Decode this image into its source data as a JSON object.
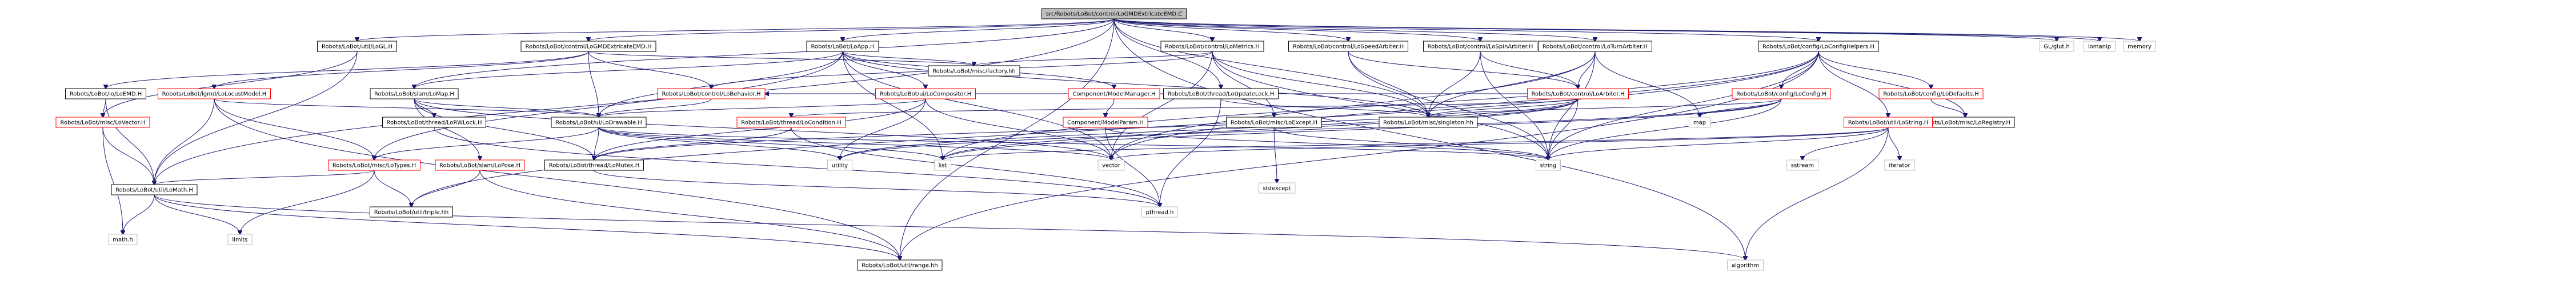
{
  "diagram_title": "src/Robots/LoBot/control/LoGMDExtricateEMD.C",
  "colors": {
    "root_fill": "#bfbfbf",
    "node_fill": "#ffffff",
    "node_stroke_boxed": "#000000",
    "node_stroke_plain": "#bfbfbf",
    "node_stroke_red": "#ff0000",
    "edge": "#191970"
  },
  "nodes": [
    {
      "id": "root",
      "label": "src/Robots/LoBot/control/LoGMDExtricateEMD.C",
      "style": "root"
    },
    {
      "id": "loGL",
      "label": "Robots/LoBot/util/LoGL.H",
      "style": "boxed"
    },
    {
      "id": "gmdEMD",
      "label": "Robots/LoBot/control/LoGMDExtricateEMD.H",
      "style": "boxed"
    },
    {
      "id": "loApp",
      "label": "Robots/LoBot/LoApp.H",
      "style": "boxed"
    },
    {
      "id": "loMetrics",
      "label": "Robots/LoBot/control/LoMetrics.H",
      "style": "boxed"
    },
    {
      "id": "loUpdateLock",
      "label": "Robots/LoBot/thread/LoUpdateLock.H",
      "style": "boxed"
    },
    {
      "id": "speedArb",
      "label": "Robots/LoBot/control/LoSpeedArbiter.H",
      "style": "boxed"
    },
    {
      "id": "spinArb",
      "label": "Robots/LoBot/control/LoSpinArbiter.H",
      "style": "boxed"
    },
    {
      "id": "turnArb",
      "label": "Robots/LoBot/control/LoTurnArbiter.H",
      "style": "boxed"
    },
    {
      "id": "configHelpers",
      "label": "Robots/LoBot/config/LoConfigHelpers.H",
      "style": "boxed"
    },
    {
      "id": "glutH",
      "label": "GL/glut.h",
      "style": "plain"
    },
    {
      "id": "iomanip",
      "label": "iomanip",
      "style": "plain"
    },
    {
      "id": "memory",
      "label": "memory",
      "style": "plain"
    },
    {
      "id": "loSlamMap",
      "label": "Robots/LoBot/slam/LoMap.H",
      "style": "boxed"
    },
    {
      "id": "loLocust",
      "label": "Robots/LoBot/lgmd/LoLocustModel.H",
      "style": "red"
    },
    {
      "id": "loEMD",
      "label": "Robots/LoBot/io/LoEMD.H",
      "style": "boxed"
    },
    {
      "id": "loBehavior",
      "label": "Robots/LoBot/control/LoBehavior.H",
      "style": "red"
    },
    {
      "id": "loCompositor",
      "label": "Robots/LoBot/ui/LoCompositor.H",
      "style": "red"
    },
    {
      "id": "compModelMgr",
      "label": "Component/ModelManager.H",
      "style": "red"
    },
    {
      "id": "miscFactory",
      "label": "Robots/LoBot/misc/factory.hh",
      "style": "boxed"
    },
    {
      "id": "loArbiter",
      "label": "Robots/LoBot/control/LoArbiter.H",
      "style": "red"
    },
    {
      "id": "loConfig",
      "label": "Robots/LoBot/config/LoConfig.H",
      "style": "red"
    },
    {
      "id": "loDefaults",
      "label": "Robots/LoBot/config/LoDefaults.H",
      "style": "red"
    },
    {
      "id": "loRegistry",
      "label": "Robots/LoBot/misc/LoRegistry.H",
      "style": "boxed"
    },
    {
      "id": "loVector",
      "label": "Robots/LoBot/misc/LoVector.H",
      "style": "red"
    },
    {
      "id": "loRWLock",
      "label": "Robots/LoBot/thread/LoRWLock.H",
      "style": "boxed"
    },
    {
      "id": "loDrawable",
      "label": "Robots/LoBot/ui/LoDrawable.H",
      "style": "boxed"
    },
    {
      "id": "loCondition",
      "label": "Robots/LoBot/thread/LoCondition.H",
      "style": "red"
    },
    {
      "id": "compModelParam",
      "label": "Component/ModelParam.H",
      "style": "red"
    },
    {
      "id": "loExcept",
      "label": "Robots/LoBot/misc/LoExcept.H",
      "style": "boxed"
    },
    {
      "id": "singleton",
      "label": "Robots/LoBot/misc/singleton.hh",
      "style": "boxed"
    },
    {
      "id": "mapH",
      "label": "map",
      "style": "plain"
    },
    {
      "id": "loString",
      "label": "Robots/LoBot/util/LoString.H",
      "style": "red"
    },
    {
      "id": "loTypes",
      "label": "Robots/LoBot/misc/LoTypes.H",
      "style": "red"
    },
    {
      "id": "loPose",
      "label": "Robots/LoBot/slam/LoPose.H",
      "style": "red"
    },
    {
      "id": "loMutex",
      "label": "Robots/LoBot/thread/LoMutex.H",
      "style": "boxed"
    },
    {
      "id": "utility",
      "label": "utility",
      "style": "plain"
    },
    {
      "id": "list",
      "label": "list",
      "style": "plain"
    },
    {
      "id": "vector",
      "label": "vector",
      "style": "plain"
    },
    {
      "id": "stdexcept",
      "label": "stdexcept",
      "style": "plain"
    },
    {
      "id": "string",
      "label": "string",
      "style": "plain"
    },
    {
      "id": "sstream",
      "label": "sstream",
      "style": "plain"
    },
    {
      "id": "iterator",
      "label": "iterator",
      "style": "plain"
    },
    {
      "id": "loMath",
      "label": "Robots/LoBot/util/LoMath.H",
      "style": "boxed"
    },
    {
      "id": "loTriple",
      "label": "Robots/LoBot/util/triple.hh",
      "style": "boxed"
    },
    {
      "id": "pthread",
      "label": "pthread.h",
      "style": "plain"
    },
    {
      "id": "mathH",
      "label": "math.h",
      "style": "plain"
    },
    {
      "id": "limits",
      "label": "limits",
      "style": "plain"
    },
    {
      "id": "loRange",
      "label": "Robots/LoBot/util/range.hh",
      "style": "boxed"
    },
    {
      "id": "algorithm",
      "label": "algorithm",
      "style": "plain"
    }
  ],
  "edges": [
    [
      "root",
      "loGL"
    ],
    [
      "root",
      "gmdEMD"
    ],
    [
      "root",
      "loApp"
    ],
    [
      "root",
      "loMetrics"
    ],
    [
      "root",
      "loUpdateLock"
    ],
    [
      "root",
      "speedArb"
    ],
    [
      "root",
      "spinArb"
    ],
    [
      "root",
      "turnArb"
    ],
    [
      "root",
      "configHelpers"
    ],
    [
      "root",
      "glutH"
    ],
    [
      "root",
      "iomanip"
    ],
    [
      "root",
      "memory"
    ],
    [
      "root",
      "loMath"
    ],
    [
      "root",
      "loRange"
    ],
    [
      "root",
      "algorithm"
    ],
    [
      "root",
      "loSlamMap"
    ],
    [
      "root",
      "singleton"
    ],
    [
      "loGL",
      "loVector"
    ],
    [
      "loGL",
      "loMath"
    ],
    [
      "gmdEMD",
      "loLocust"
    ],
    [
      "gmdEMD",
      "loEMD"
    ],
    [
      "gmdEMD",
      "loBehavior"
    ],
    [
      "gmdEMD",
      "loDrawable"
    ],
    [
      "gmdEMD",
      "miscFactory"
    ],
    [
      "loApp",
      "loCompositor"
    ],
    [
      "loApp",
      "compModelMgr"
    ],
    [
      "loApp",
      "loSlamMap"
    ],
    [
      "loApp",
      "loTypes"
    ],
    [
      "loApp",
      "miscFactory"
    ],
    [
      "loApp",
      "singleton"
    ],
    [
      "loApp",
      "loDrawable"
    ],
    [
      "loApp",
      "vector"
    ],
    [
      "loApp",
      "list"
    ],
    [
      "loMetrics",
      "loBehavior"
    ],
    [
      "loMetrics",
      "loExcept"
    ],
    [
      "loMetrics",
      "singleton"
    ],
    [
      "loMetrics",
      "miscFactory"
    ],
    [
      "loMetrics",
      "string"
    ],
    [
      "loMetrics",
      "vector"
    ],
    [
      "loUpdateLock",
      "singleton"
    ],
    [
      "loUpdateLock",
      "pthread"
    ],
    [
      "speedArb",
      "loArbiter"
    ],
    [
      "speedArb",
      "singleton"
    ],
    [
      "speedArb",
      "string"
    ],
    [
      "spinArb",
      "loArbiter"
    ],
    [
      "spinArb",
      "singleton"
    ],
    [
      "spinArb",
      "string"
    ],
    [
      "turnArb",
      "loArbiter"
    ],
    [
      "turnArb",
      "singleton"
    ],
    [
      "turnArb",
      "mapH"
    ],
    [
      "turnArb",
      "vector"
    ],
    [
      "turnArb",
      "string"
    ],
    [
      "configHelpers",
      "loConfig"
    ],
    [
      "configHelpers",
      "loDefaults"
    ],
    [
      "configHelpers",
      "loString"
    ],
    [
      "configHelpers",
      "loRegistry"
    ],
    [
      "configHelpers",
      "loTriple"
    ],
    [
      "configHelpers",
      "loRange"
    ],
    [
      "configHelpers",
      "string"
    ],
    [
      "configHelpers",
      "vector"
    ],
    [
      "configHelpers",
      "list"
    ],
    [
      "loSlamMap",
      "loDrawable"
    ],
    [
      "loSlamMap",
      "loPose"
    ],
    [
      "loSlamMap",
      "loRWLock"
    ],
    [
      "loSlamMap",
      "loMutex"
    ],
    [
      "loSlamMap",
      "vector"
    ],
    [
      "loLocust",
      "loTypes"
    ],
    [
      "loLocust",
      "loDrawable"
    ],
    [
      "loLocust",
      "loMath"
    ],
    [
      "loLocust",
      "loRange"
    ],
    [
      "loEMD",
      "loVector"
    ],
    [
      "loEMD",
      "loMath"
    ],
    [
      "loBehavior",
      "loDrawable"
    ],
    [
      "loCompositor",
      "loDrawable"
    ],
    [
      "loCompositor",
      "loMutex"
    ],
    [
      "loCompositor",
      "vector"
    ],
    [
      "loCompositor",
      "utility"
    ],
    [
      "compModelMgr",
      "compModelParam"
    ],
    [
      "loArbiter",
      "loBehavior"
    ],
    [
      "loArbiter",
      "loCondition"
    ],
    [
      "loArbiter",
      "singleton"
    ],
    [
      "loArbiter",
      "loMutex"
    ],
    [
      "loArbiter",
      "list"
    ],
    [
      "loArbiter",
      "string"
    ],
    [
      "loArbiter",
      "utility"
    ],
    [
      "loConfig",
      "singleton"
    ],
    [
      "loConfig",
      "mapH"
    ],
    [
      "loConfig",
      "string"
    ],
    [
      "loConfig",
      "list"
    ],
    [
      "loConfig",
      "utility"
    ],
    [
      "loDefaults",
      "loRegistry"
    ],
    [
      "loVector",
      "loMath"
    ],
    [
      "loVector",
      "mathH"
    ],
    [
      "loRWLock",
      "pthread"
    ],
    [
      "loDrawable",
      "loTypes"
    ],
    [
      "loDrawable",
      "loMutex"
    ],
    [
      "loDrawable",
      "list"
    ],
    [
      "loDrawable",
      "string"
    ],
    [
      "loDrawable",
      "utility"
    ],
    [
      "loDrawable",
      "vector"
    ],
    [
      "loCondition",
      "pthread"
    ],
    [
      "loCondition",
      "loMutex"
    ],
    [
      "compModelParam",
      "pthread"
    ],
    [
      "compModelParam",
      "string"
    ],
    [
      "loExcept",
      "string"
    ],
    [
      "loExcept",
      "stdexcept"
    ],
    [
      "loString",
      "sstream"
    ],
    [
      "loString",
      "iterator"
    ],
    [
      "loString",
      "string"
    ],
    [
      "loString",
      "vector"
    ],
    [
      "loString",
      "algorithm"
    ],
    [
      "loString",
      "list"
    ],
    [
      "loTypes",
      "loMath"
    ],
    [
      "loTypes",
      "loTriple"
    ],
    [
      "loTypes",
      "limits"
    ],
    [
      "loPose",
      "loTriple"
    ],
    [
      "loPose",
      "loRange"
    ],
    [
      "loMutex",
      "pthread"
    ],
    [
      "loMath",
      "loRange"
    ],
    [
      "loMath",
      "algorithm"
    ],
    [
      "loMath",
      "mathH"
    ],
    [
      "loMath",
      "limits"
    ]
  ]
}
